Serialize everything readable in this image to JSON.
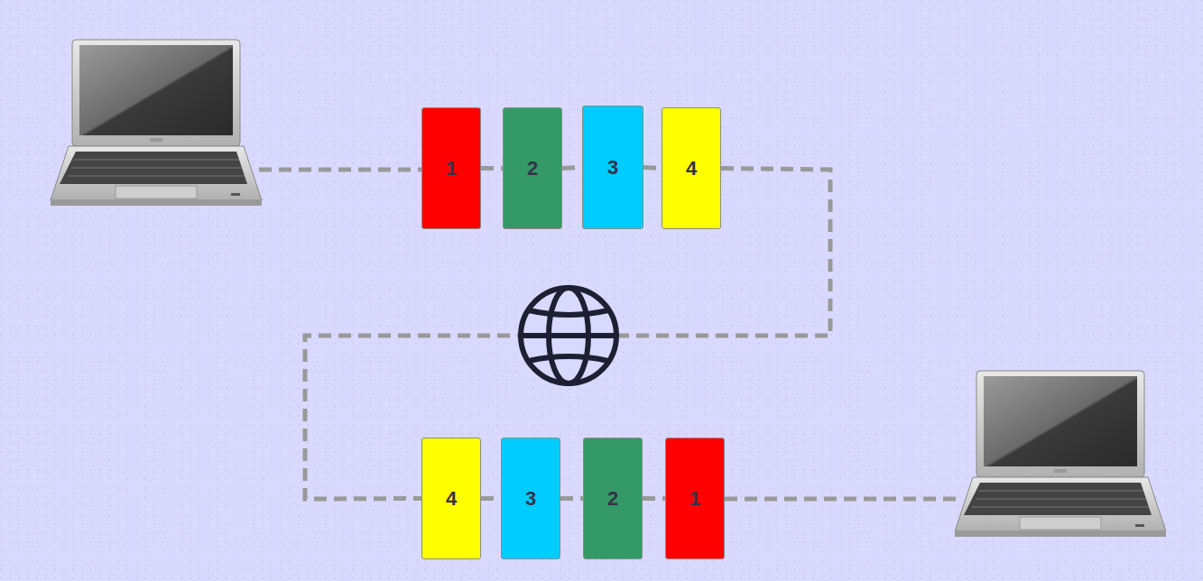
{
  "diagram": {
    "nodes": [
      {
        "text": [
          "1"
        ]
      },
      {
        "text": [
          "2"
        ]
      },
      {
        "text": [
          "3"
        ]
      },
      {
        "text": [
          "4"
        ]
      },
      {
        "text": [
          "4"
        ]
      },
      {
        "text": [
          "3"
        ]
      },
      {
        "text": [
          "2"
        ]
      },
      {
        "text": [
          "1"
        ]
      }
    ],
    "edges": [
      {
        "from": 0,
        "to": 1,
        "arrow": "none"
      },
      {
        "from": 1,
        "to": 2,
        "arrow": "none"
      },
      {
        "from": 2,
        "to": 3,
        "arrow": "none"
      },
      {
        "from": 3,
        "to": 4,
        "arrow": "none"
      },
      {
        "from": 4,
        "to": 5,
        "arrow": "none"
      },
      {
        "from": 5,
        "to": 6,
        "arrow": "none"
      },
      {
        "from": 6,
        "to": 7,
        "arrow": "none"
      }
    ]
  }
}
